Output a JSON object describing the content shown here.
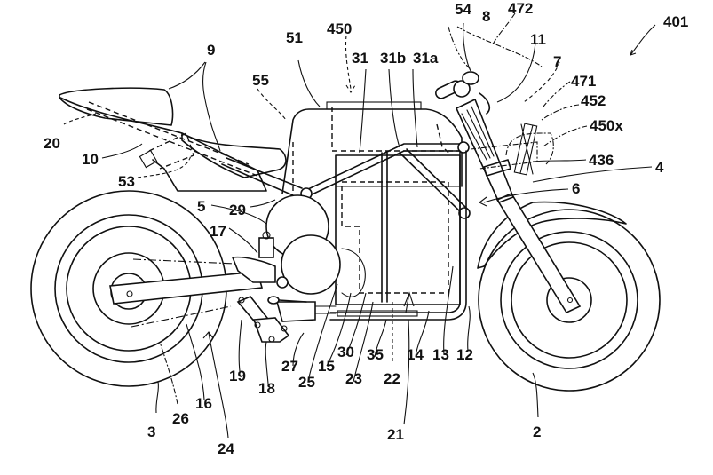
{
  "figure": {
    "title": "Electric motorcycle side view (patent drawing)",
    "labels": {
      "l401": "401",
      "l472": "472",
      "l54": "54",
      "l8": "8",
      "l11": "11",
      "l7": "7",
      "l471": "471",
      "l452": "452",
      "l450x": "450x",
      "l436": "436",
      "l4": "4",
      "l6": "6",
      "l450": "450",
      "l51": "51",
      "l31": "31",
      "l31b": "31b",
      "l31a": "31a",
      "l9": "9",
      "l55": "55",
      "l20": "20",
      "l10": "10",
      "l53": "53",
      "l5": "5",
      "l29": "29",
      "l17": "17",
      "l3": "3",
      "l26": "26",
      "l16": "16",
      "l24": "24",
      "l19": "19",
      "l18": "18",
      "l27": "27",
      "l25": "25",
      "l15": "15",
      "l30": "30",
      "l23": "23",
      "l35": "35",
      "l22": "22",
      "l14": "14",
      "l13": "13",
      "l12": "12",
      "l21": "21",
      "l2": "2"
    }
  }
}
